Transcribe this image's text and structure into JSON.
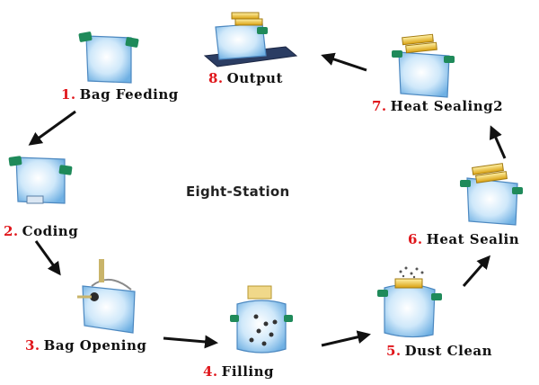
{
  "title": "Eight-Station",
  "stations": [
    {
      "number": "1.",
      "name": "Bag Feeding"
    },
    {
      "number": "2.",
      "name": "Coding"
    },
    {
      "number": "3.",
      "name": "Bag Opening"
    },
    {
      "number": "4.",
      "name": "Filling"
    },
    {
      "number": "5.",
      "name": "Dust Clean"
    },
    {
      "number": "6.",
      "name": "Heat Sealin"
    },
    {
      "number": "7.",
      "name": "Heat Sealing2"
    },
    {
      "number": "8.",
      "name": "Output"
    }
  ],
  "colors": {
    "number": "#e0161b",
    "label": "#111111",
    "bag_fill": "#bfe0f7",
    "clip": "#1f8a5a",
    "sealer": "#e8b722",
    "arrow": "#111111"
  }
}
